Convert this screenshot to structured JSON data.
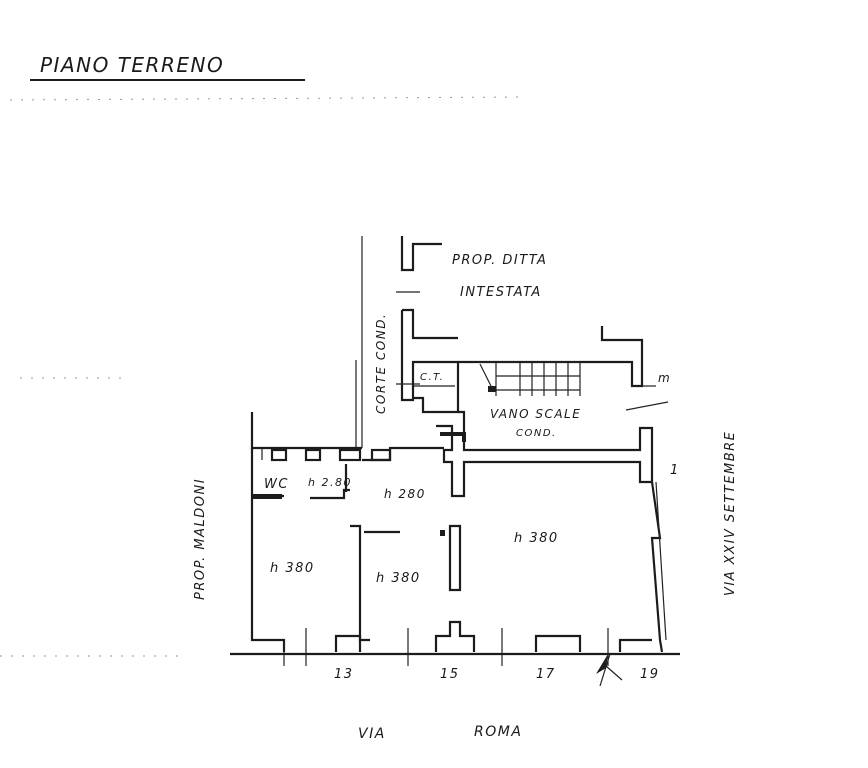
{
  "title": "PIANO TERRENO",
  "labels": {
    "prop_ditta_1": "PROP. DITTA",
    "prop_ditta_2": "INTESTATA",
    "corte": "CORTE COND.",
    "ct": "C.T.",
    "vano_scale_1": "VANO SCALE",
    "vano_scale_2": "COND.",
    "wc": "WC",
    "wc_height": "h 2.80",
    "corridor_height": "h 280",
    "main_height": "h 380",
    "left_height": "h 380",
    "center_height": "h 380",
    "prop_left": "PROP. MALDONI",
    "via_settembre": "VIA XXIV SETTEMBRE",
    "mark_m": "m",
    "mark_1": "1",
    "street_via": "VIA",
    "street_roma": "ROMA"
  },
  "house_numbers": [
    "13",
    "15",
    "17",
    "19"
  ]
}
